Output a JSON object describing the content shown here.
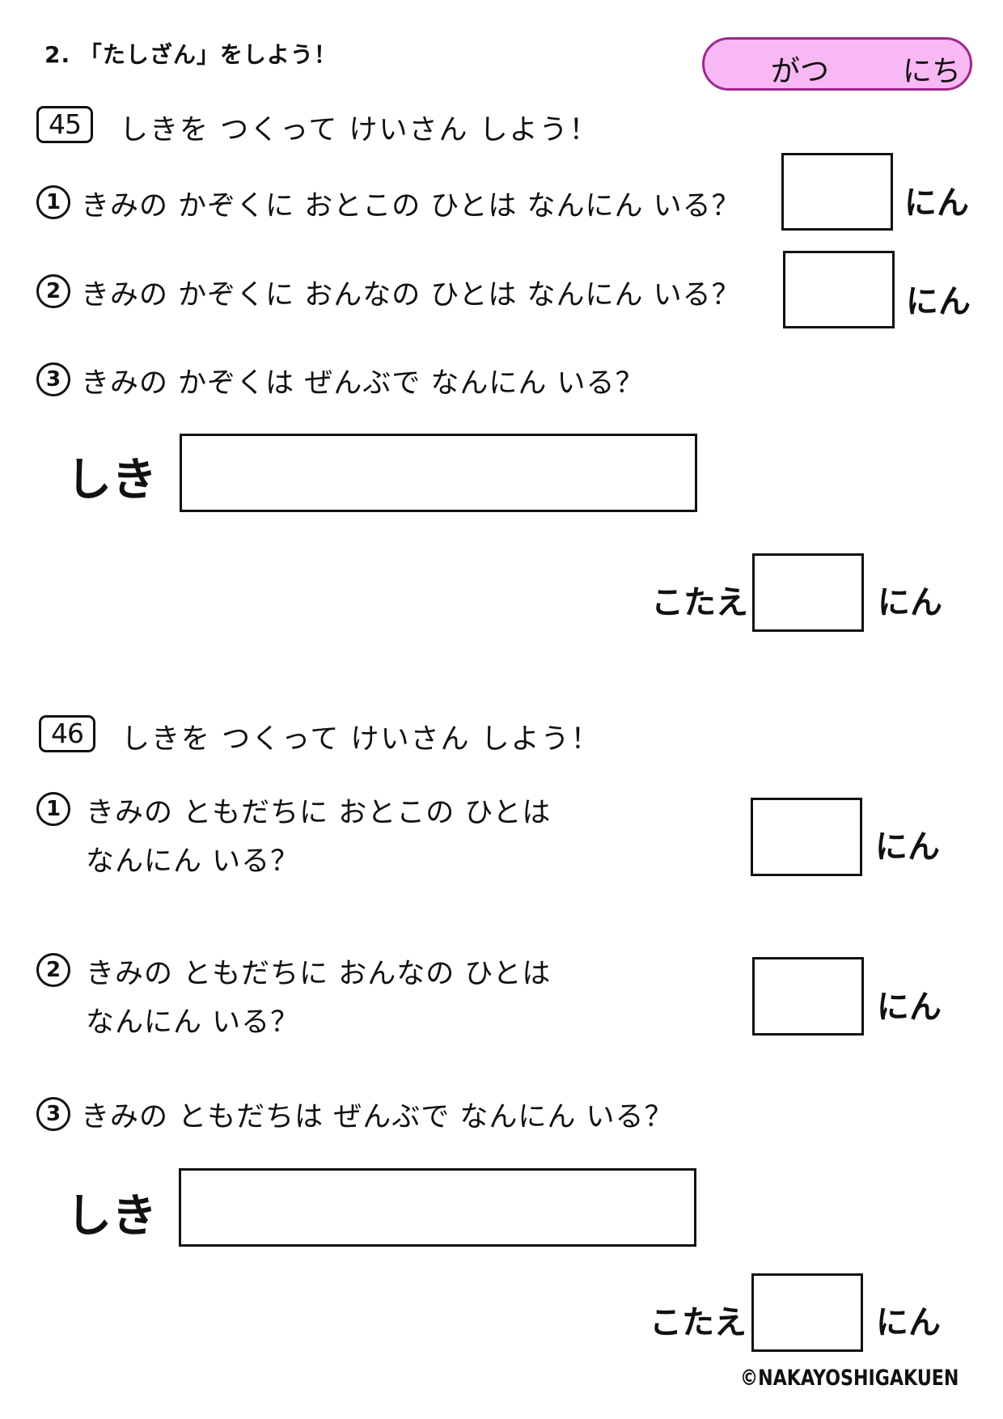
{
  "header": {
    "section_title": "2. 「たしざん」をしよう！",
    "date_month": "がつ",
    "date_day": "にち",
    "colors": {
      "pill_bg": "#f7b8f3",
      "pill_border": "#a0268f"
    }
  },
  "problems": [
    {
      "number": "45",
      "instruction": "しきを つくって けいさん しよう！",
      "questions": [
        {
          "mark": "1",
          "lines": [
            "きみの かぞくに おとこの ひとは なんにん いる？"
          ],
          "unit": "にん"
        },
        {
          "mark": "2",
          "lines": [
            "きみの かぞくに おんなの ひとは なんにん いる？"
          ],
          "unit": "にん"
        },
        {
          "mark": "3",
          "lines": [
            "きみの かぞくは ぜんぶで なんにん いる？"
          ]
        }
      ],
      "formula_label": "しき",
      "answer_label": "こたえ",
      "answer_unit": "にん"
    },
    {
      "number": "46",
      "instruction": "しきを つくって けいさん しよう！",
      "questions": [
        {
          "mark": "1",
          "lines": [
            "きみの ともだちに おとこの ひとは",
            "なんにん いる？"
          ],
          "unit": "にん"
        },
        {
          "mark": "2",
          "lines": [
            "きみの ともだちに おんなの ひとは",
            "なんにん いる？"
          ],
          "unit": "にん"
        },
        {
          "mark": "3",
          "lines": [
            "きみの ともだちは ぜんぶで なんにん いる？"
          ]
        }
      ],
      "formula_label": "しき",
      "answer_label": "こたえ",
      "answer_unit": "にん"
    }
  ],
  "footer": {
    "copyright": "©NAKAYOSHIGAKUEN"
  }
}
